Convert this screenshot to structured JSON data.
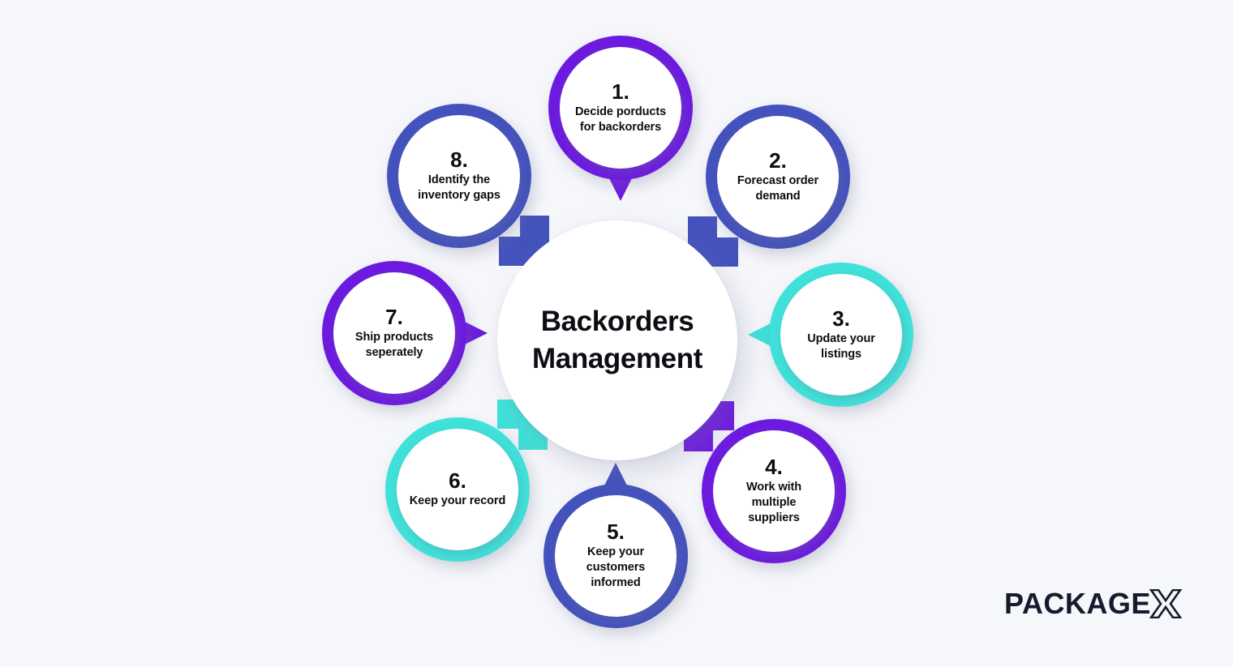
{
  "background_color": "#f6f7fb",
  "center": {
    "title_line1": "Backorders",
    "title_line2": "Management"
  },
  "colors": {
    "purple": "#6d1ae0",
    "indigo": "#4452be",
    "cyan": "#3fe2da",
    "text": "#0d0d14",
    "logo": "#161a2b",
    "background": "#f6f7fb"
  },
  "nodes": [
    {
      "num": "1.",
      "label": "Decide porducts for backorders",
      "color": "#6d1ae0",
      "direction": "down"
    },
    {
      "num": "2.",
      "label": "Forecast order demand",
      "color": "#4452be",
      "direction": "dl"
    },
    {
      "num": "3.",
      "label": "Update your listings",
      "color": "#3fe2da",
      "direction": "left"
    },
    {
      "num": "4.",
      "label": "Work with multiple suppliers",
      "color": "#6d1ae0",
      "direction": "ul"
    },
    {
      "num": "5.",
      "label": "Keep your customers informed",
      "color": "#4452be",
      "direction": "up"
    },
    {
      "num": "6.",
      "label": "Keep your record",
      "color": "#3fe2da",
      "direction": "ur"
    },
    {
      "num": "7.",
      "label": "Ship products seperately",
      "color": "#6d1ae0",
      "direction": "right"
    },
    {
      "num": "8.",
      "label": "Identify the inventory gaps",
      "color": "#4452be",
      "direction": "dr"
    }
  ],
  "logo": {
    "word": "PACKAGE",
    "mark": "X"
  }
}
